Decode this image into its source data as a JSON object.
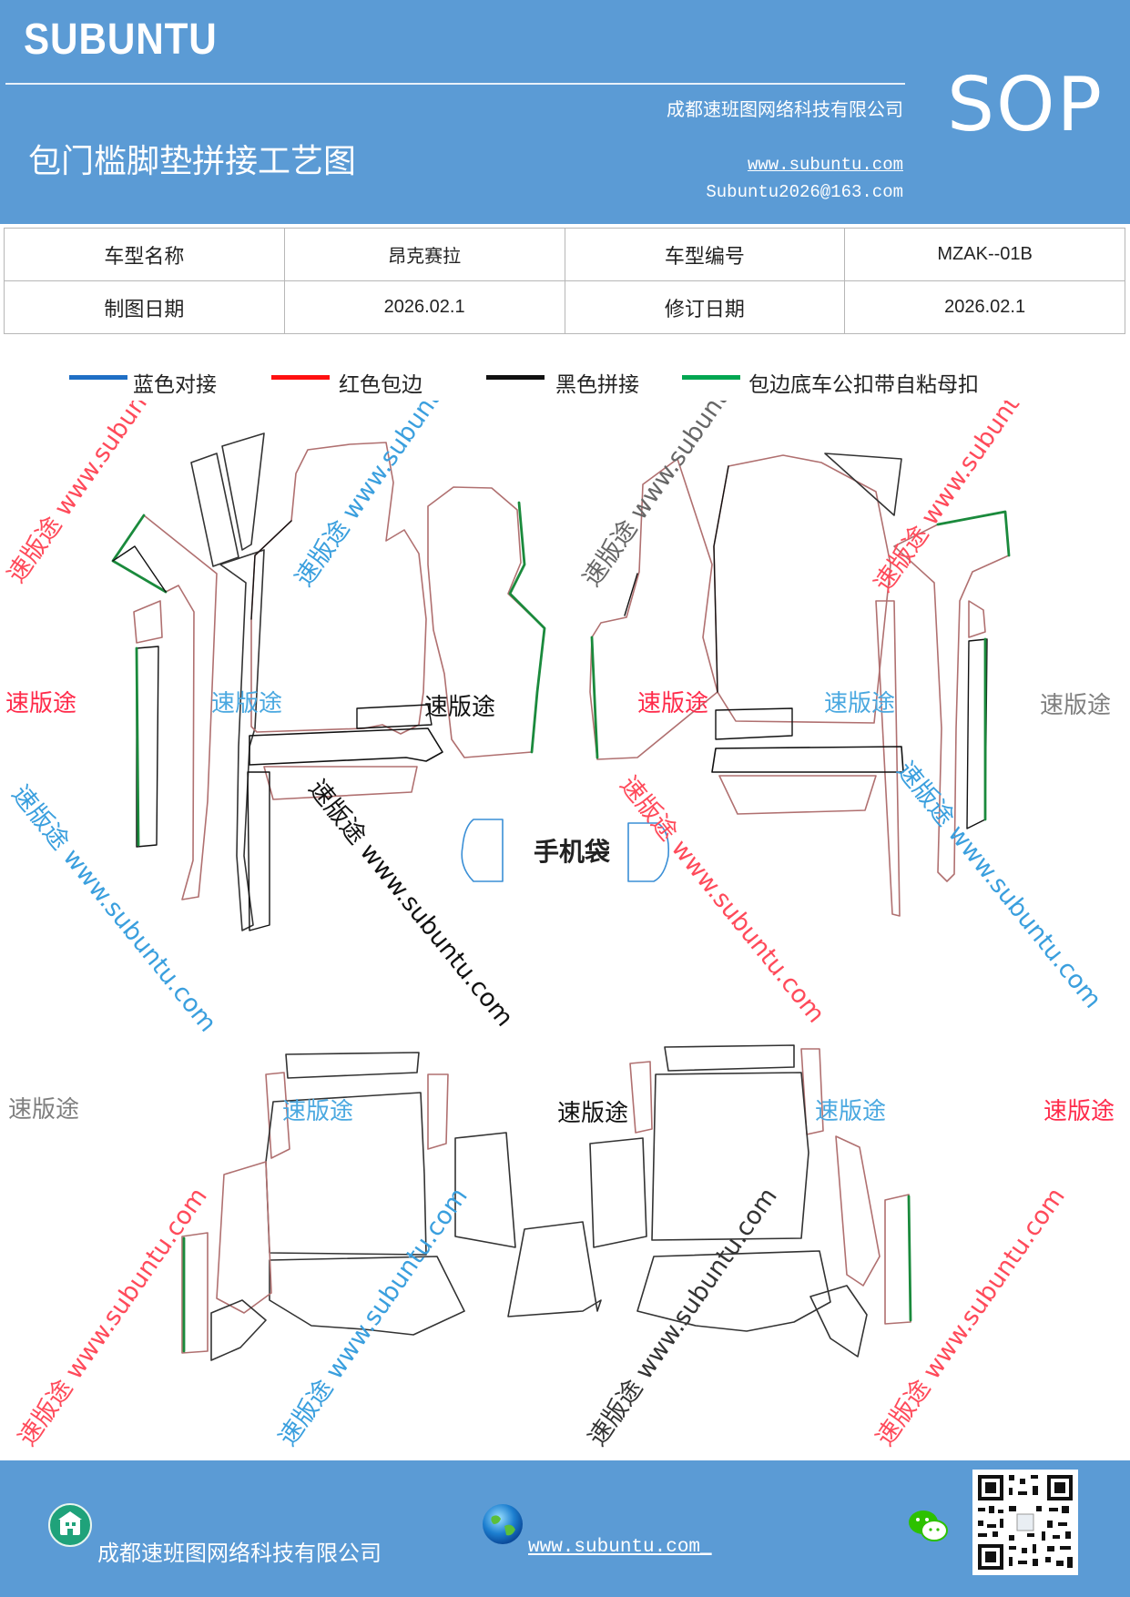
{
  "header": {
    "brand": "SUBUNTU",
    "company": "成都速班图网络科技有限公司",
    "title": "包门槛脚垫拼接工艺图",
    "website": "www.subuntu.com",
    "email": "Subuntu2026@163.com",
    "badge": "SOP"
  },
  "info_table": {
    "model_name_label": "车型名称",
    "model_name_value": "昂克赛拉",
    "model_code_label": "车型编号",
    "model_code_value": "MZAK--01B",
    "draw_date_label": "制图日期",
    "draw_date_value": "2026.02.1",
    "revise_date_label": "修订日期",
    "revise_date_value": "2026.02.1"
  },
  "legend": {
    "items": [
      {
        "label": "蓝色对接",
        "color": "#1f6fc5"
      },
      {
        "label": "红色包边",
        "color": "#ff1010"
      },
      {
        "label": "黑色拼接",
        "color": "#111111"
      },
      {
        "label": "包边底车公扣带自粘母扣",
        "color": "#00a651"
      }
    ]
  },
  "diagram": {
    "phone_bag_label": "手机袋",
    "watermark_text": "速版途",
    "watermark_url": "速版途 www.subuntu.com",
    "colors": {
      "blue": "#3a8fd6",
      "red": "#ff3a3a",
      "gray": "#7f7f7f",
      "black": "#111111",
      "outline": "#b07070",
      "green": "#1a8a3c"
    }
  },
  "footer": {
    "company": "成都速班图网络科技有限公司",
    "website": "www.subuntu.com_",
    "icons": [
      "building-icon",
      "globe-icon",
      "wechat-icon",
      "qr-code"
    ]
  }
}
